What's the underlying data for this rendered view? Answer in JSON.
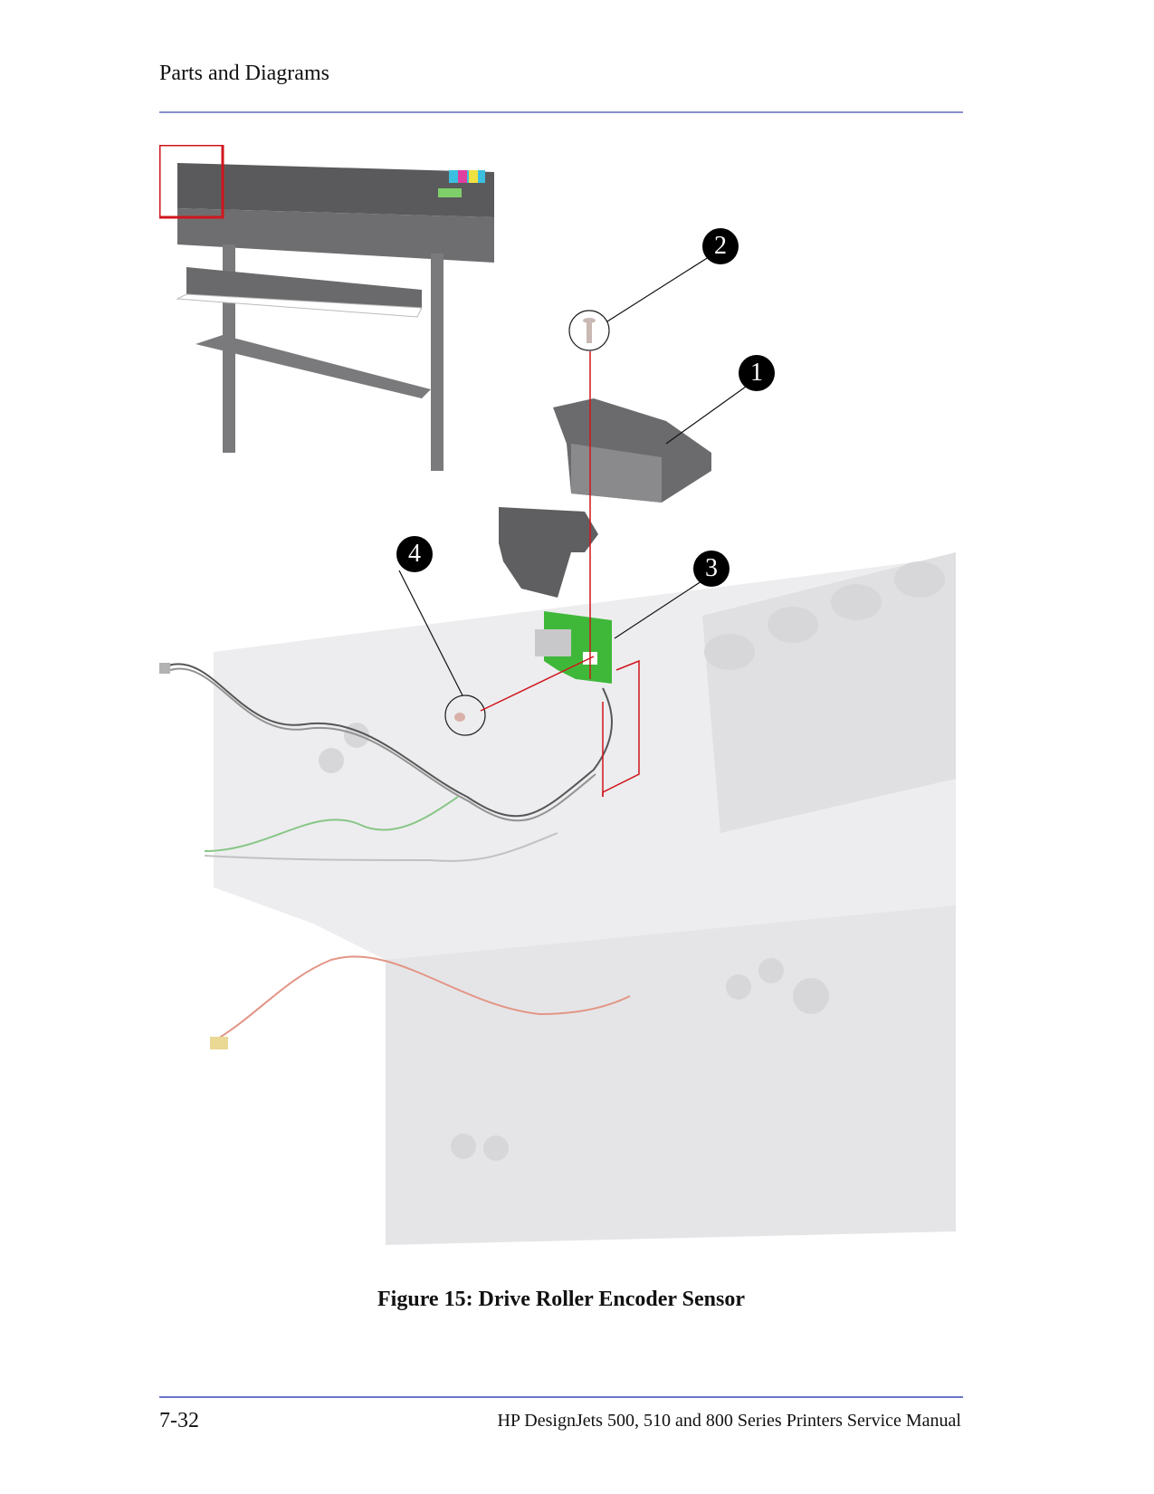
{
  "header": {
    "section_title": "Parts and Diagrams"
  },
  "figure": {
    "caption": "Figure 15: Drive Roller Encoder Sensor",
    "callouts": [
      {
        "label": "1"
      },
      {
        "label": "2"
      },
      {
        "label": "3"
      },
      {
        "label": "4"
      }
    ],
    "colors": {
      "rule": "#8a8fd0",
      "highlight_box": "#d0151c",
      "exploded_line": "#d0151c",
      "pcb": "#3fb83a",
      "part_gray": "#6b6b6d",
      "ghost_gray": "#e6e6e8"
    }
  },
  "footer": {
    "page_number": "7-32",
    "manual_title": "HP DesignJets 500, 510 and 800 Series Printers Service Manual"
  }
}
